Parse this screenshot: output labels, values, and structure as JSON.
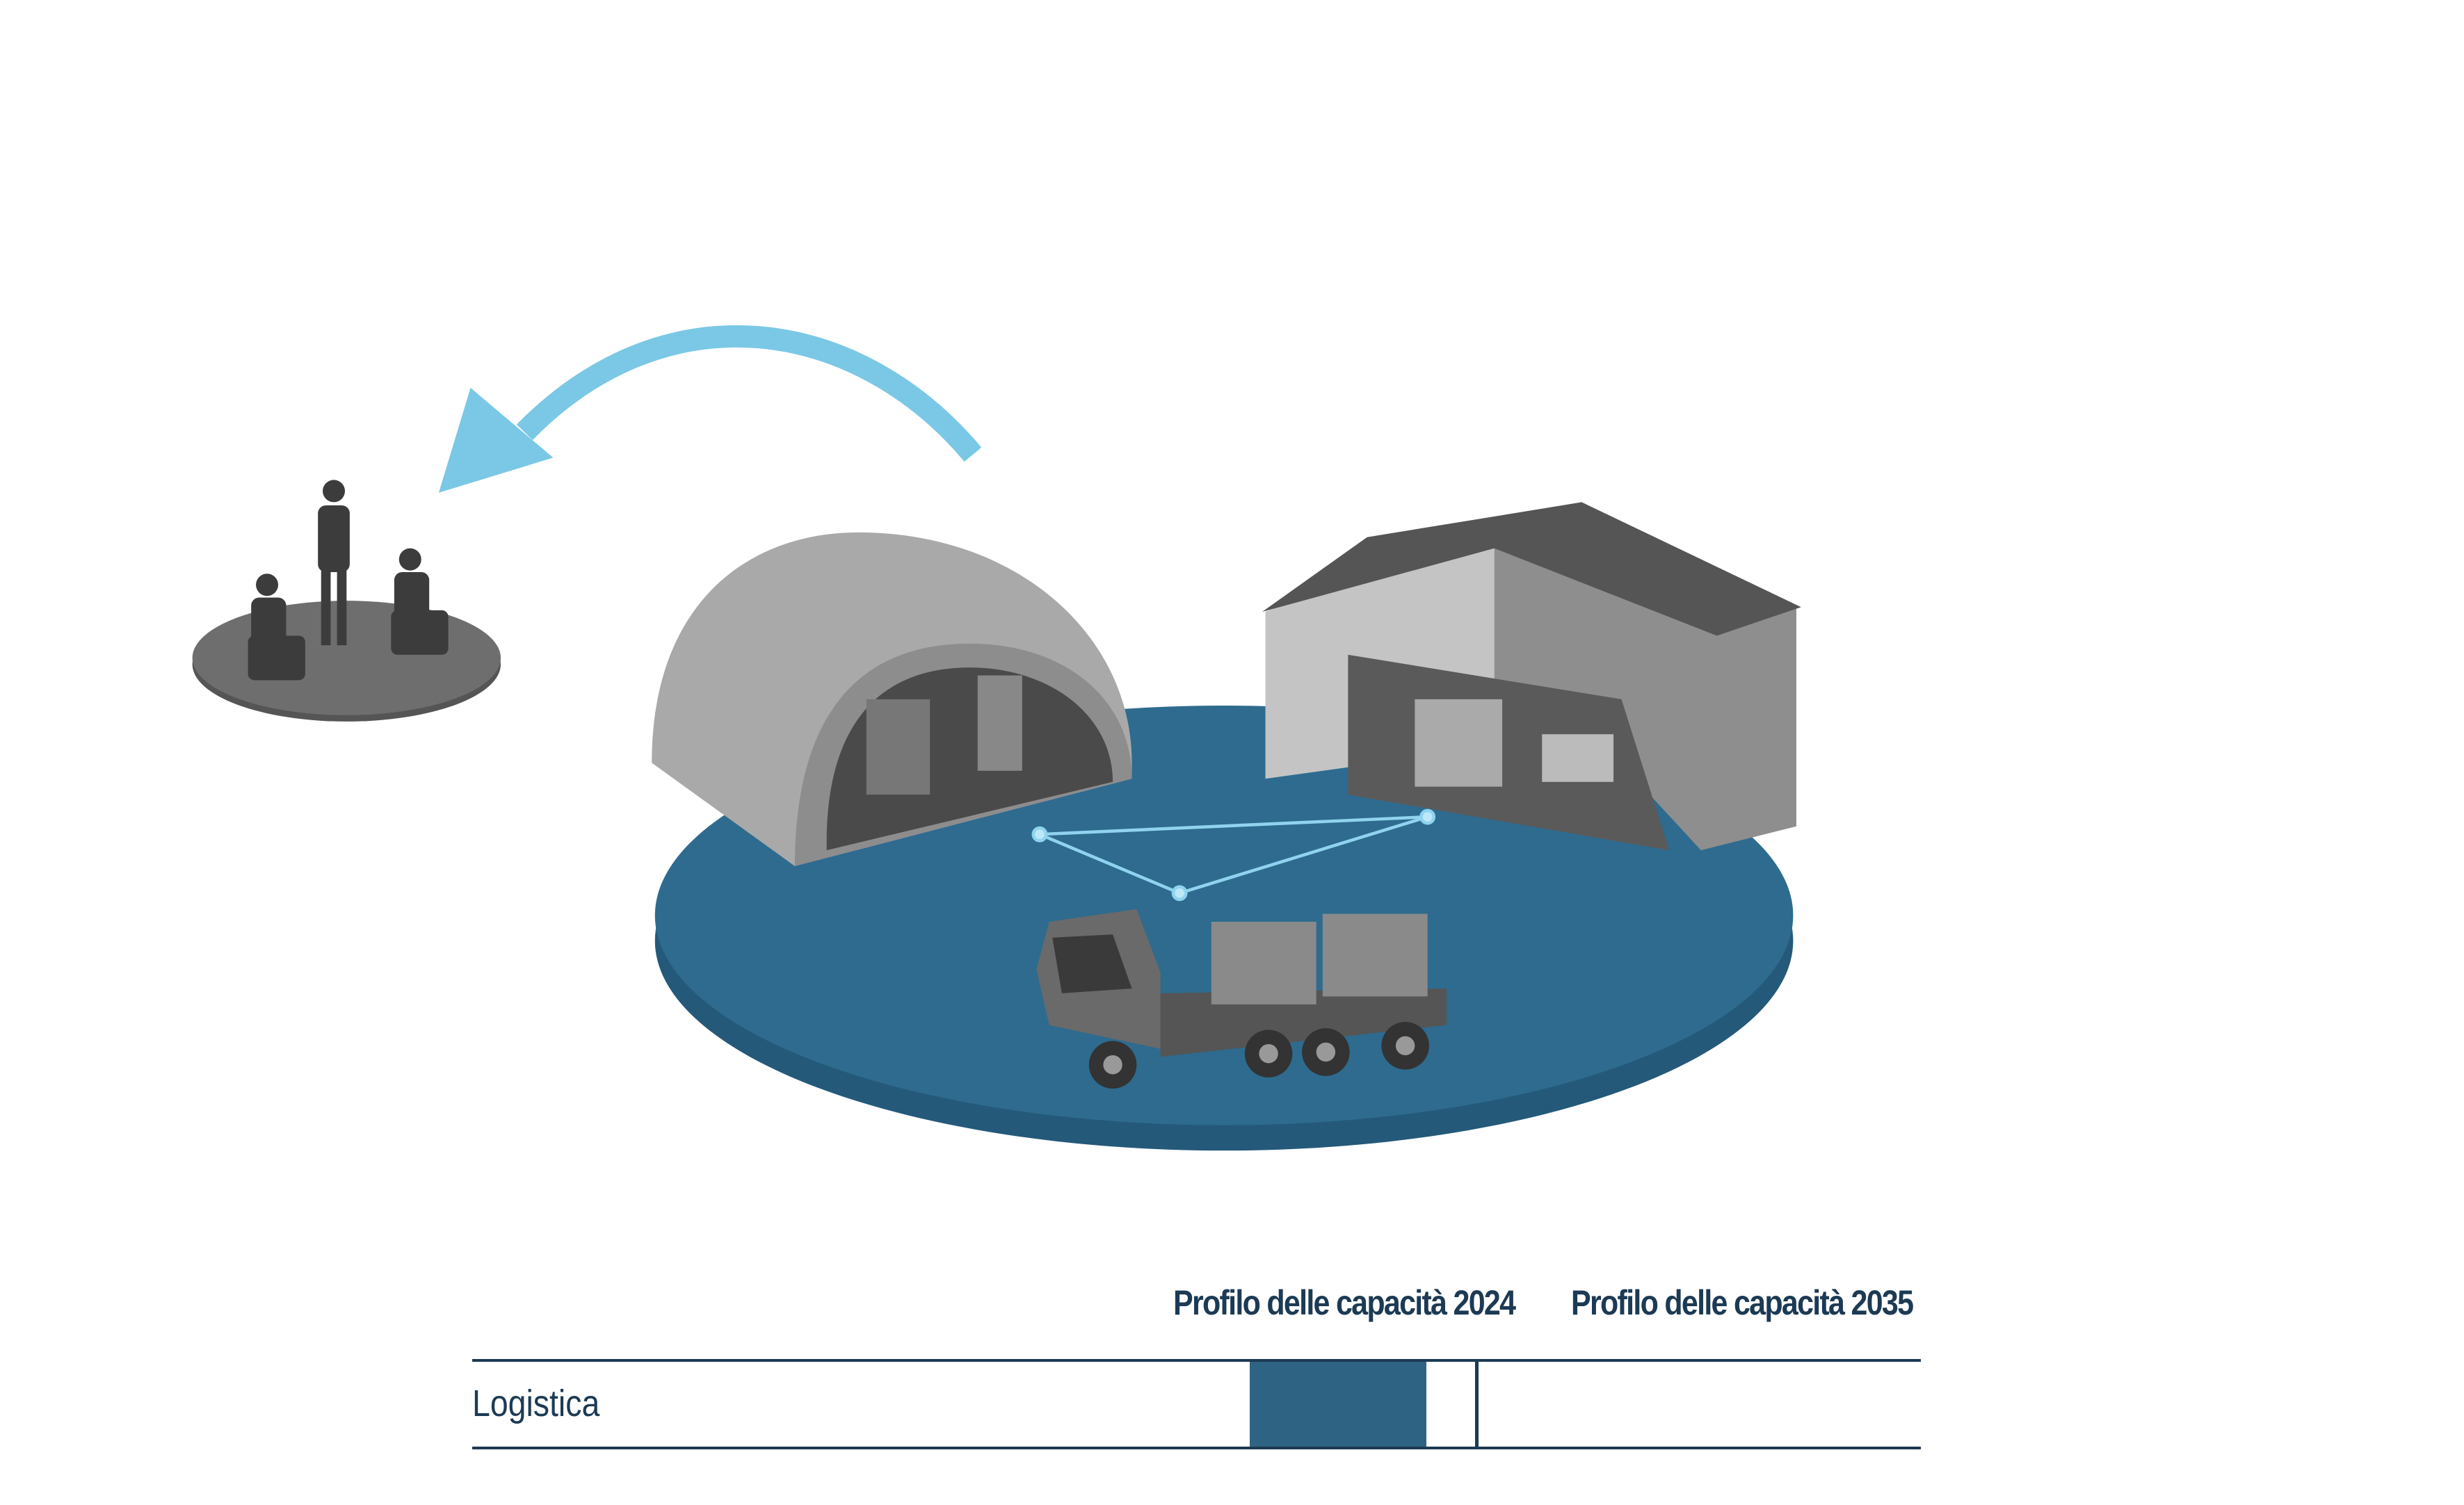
{
  "table": {
    "headers": [
      "Profilo delle capacità 2024",
      "Profilo delle capacità 2035"
    ],
    "rows": [
      {
        "label": "Logistica"
      }
    ]
  },
  "colors": {
    "platform": "#2e6b8f",
    "bar": "#2e6384",
    "text": "#1c3a54",
    "arrow": "#7ac8e6",
    "soldier_base": "#6a6a6a"
  }
}
